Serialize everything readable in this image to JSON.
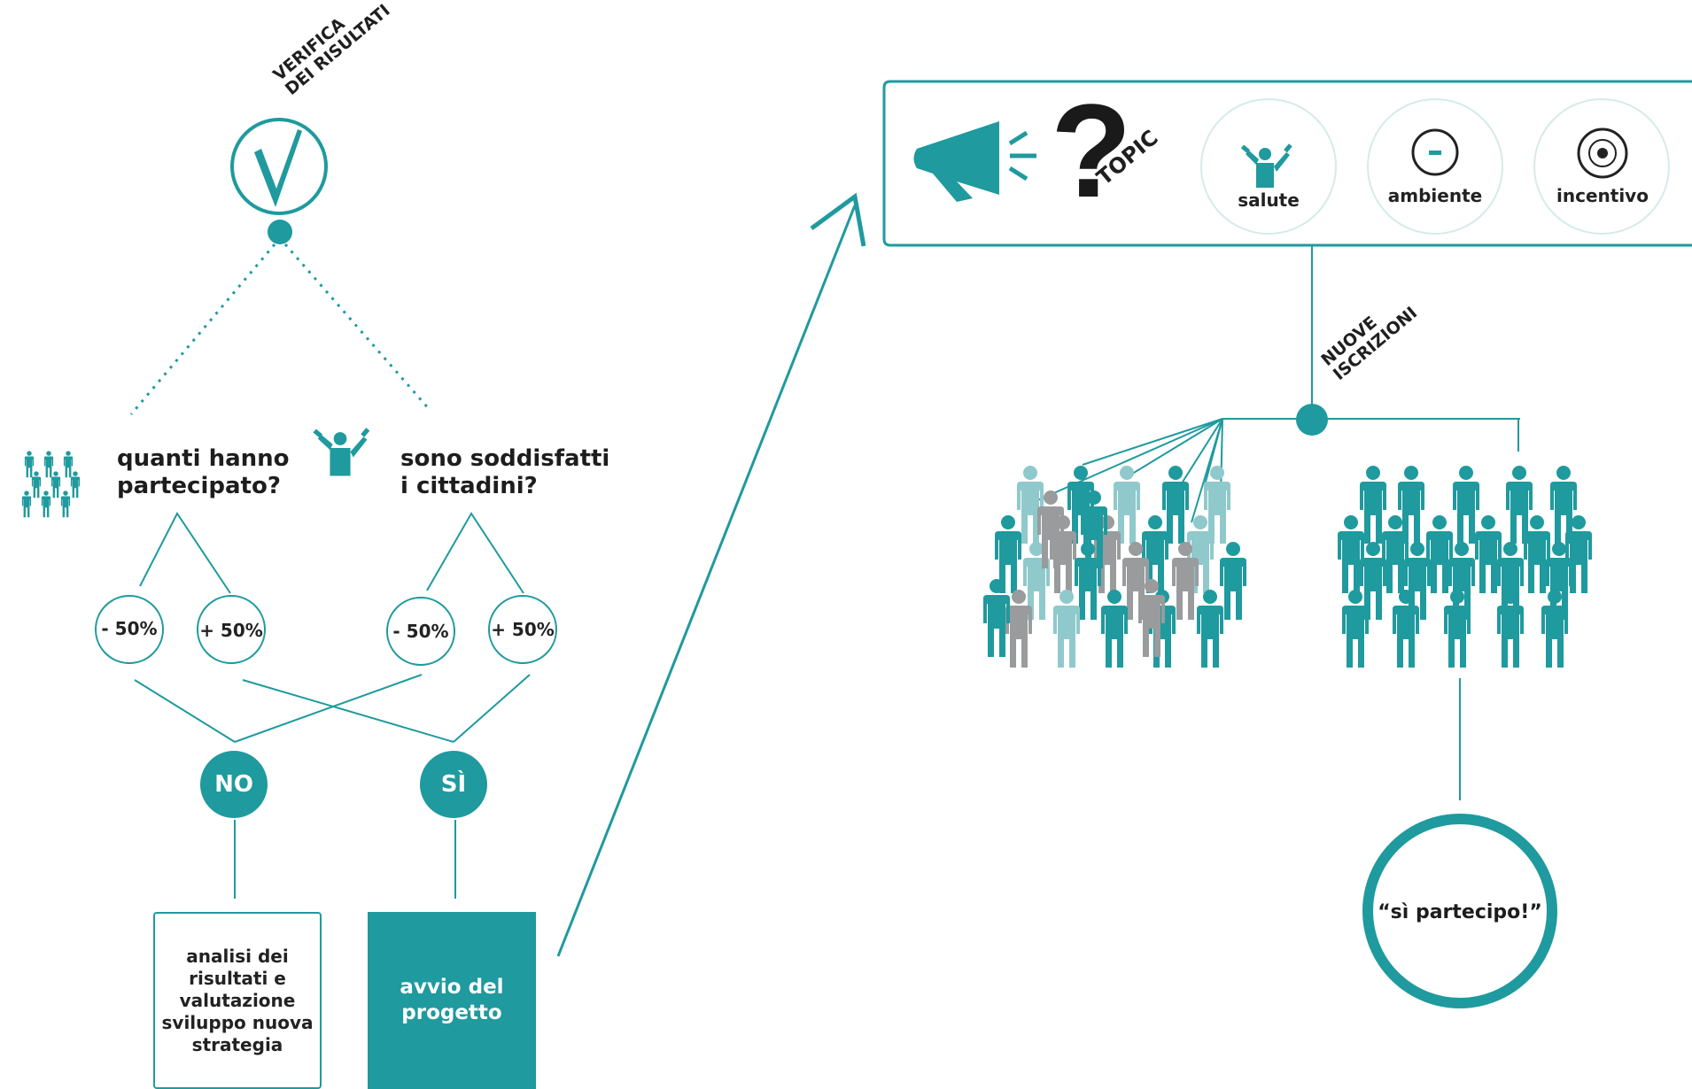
{
  "colors": {
    "teal": "#1f9a9e",
    "light_teal": "#8fc9cc",
    "grey": "#999b9d",
    "text": "#1d1d1d"
  },
  "left": {
    "verify_label": "VERIFICA\nDEI RISULTATI",
    "verify_icon": "checkmark-icon",
    "q1": {
      "icon": "group-people-icon",
      "text": "quanti hanno\npartecipato?"
    },
    "q2": {
      "icon": "fitness-person-icon",
      "text": "sono soddisfatti\ni cittadini?"
    },
    "pct": [
      "- 50%",
      "+ 50%",
      "- 50%",
      "+ 50%"
    ],
    "no": "NO",
    "si": "SÌ",
    "no_box": "analisi dei\nrisultati e\nvalutazione\nsviluppo nuova\nstrategia",
    "si_box": "avvio del\nprogetto"
  },
  "right": {
    "megaphone_icon": "megaphone-icon",
    "question_mark": "?",
    "topic_label": "TOPIC",
    "topics": [
      {
        "icon": "fitness-person-icon",
        "label": "salute"
      },
      {
        "icon": "minus-circle-icon",
        "label": "ambiente"
      },
      {
        "icon": "target-icon",
        "label": "incentivo"
      }
    ],
    "new_sub_label": "NUOVE\nISCRIZIONI",
    "quote": "“sì partecipo!”"
  }
}
